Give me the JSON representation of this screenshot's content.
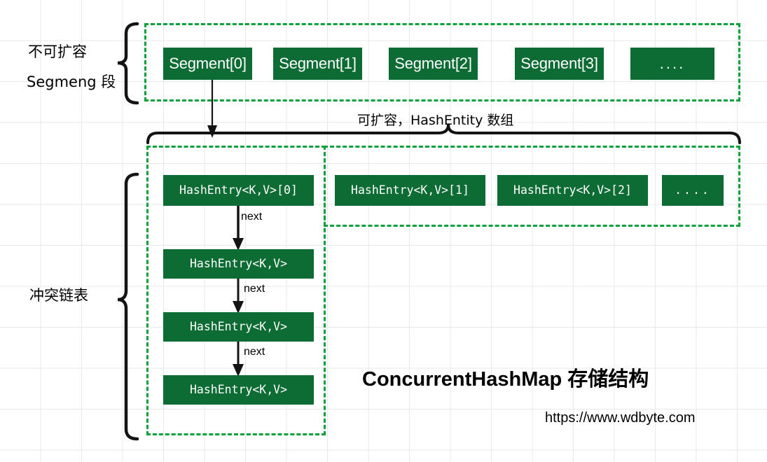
{
  "diagram": {
    "title": "ConcurrentHashMap 存储结构",
    "url": "https://www.wdbyte.com",
    "colors": {
      "box_fill": "#0d6b34",
      "box_text": "#ffffff",
      "dashed_border": "#0aa03a",
      "grid_line": "#e8e8e8",
      "stroke": "#000000"
    },
    "labels": {
      "segment_group_line1": "不可扩容",
      "segment_group_line2": "Segmeng 段",
      "hashentity_array": "可扩容，HashEntity 数组",
      "collision_chain": "冲突链表"
    },
    "segments": [
      {
        "label": "Segment[0]"
      },
      {
        "label": "Segment[1]"
      },
      {
        "label": "Segment[2]"
      },
      {
        "label": "Segment[3]"
      },
      {
        "label": "...."
      }
    ],
    "hash_entries": [
      {
        "label": "HashEntry<K,V>[0]"
      },
      {
        "label": "HashEntry<K,V>[1]"
      },
      {
        "label": "HashEntry<K,V>[2]"
      },
      {
        "label": "...."
      }
    ],
    "chain": [
      {
        "label": "HashEntry<K,V>"
      },
      {
        "label": "HashEntry<K,V>"
      },
      {
        "label": "HashEntry<K,V>"
      }
    ],
    "next_labels": [
      "next",
      "next",
      "next"
    ]
  }
}
